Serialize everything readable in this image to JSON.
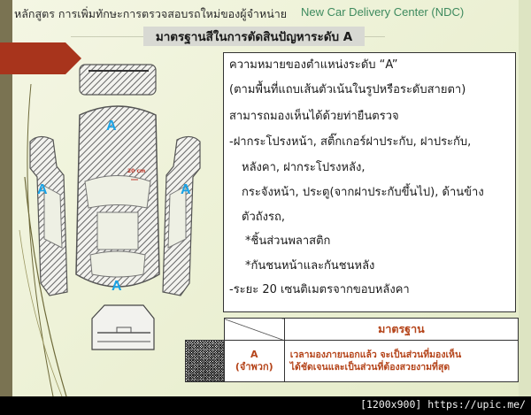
{
  "header": {
    "course_title": "หลักสูตร  การเพิ่มทักษะการตรวจสอบรถใหม่ของผู้จำหน่าย",
    "center_name": "New Car Delivery Center (NDC)"
  },
  "slide_title": "มาตรฐานสีในการตัดสินปัญหาระดับ A",
  "diagram": {
    "labels": [
      "A",
      "A",
      "A",
      "A"
    ],
    "dimension_label": "20 cm",
    "label_color": "#1aa3e6"
  },
  "description": {
    "lines": [
      "ความหมายของตำแหน่งระดับ “A”",
      "(ตามพื้นที่แถบเส้นตัวเน้นในรูปหรือระดับสายตา)",
      "สามารถมองเห็นได้ด้วยท่ายืนตรวจ",
      "-ฝากระโปรงหน้า, สติ๊กเกอร์ฝาประกับ, ฝาประกับ,",
      "หลังคา, ฝากระโปรงหลัง,",
      "กระจังหน้า, ประตู(จากฝาประกับขึ้นไป), ด้านข้าง",
      "ตัวถังรถ,",
      "*ชิ้นส่วนพลาสติก",
      "*กันชนหน้าและกันชนหลัง",
      "-ระยะ 20 เซนติเมตรจากขอบหลังคา"
    ]
  },
  "standard_table": {
    "header": "มาตรฐาน",
    "rows": [
      {
        "grade": "A",
        "grade_note": "(จำพวก)",
        "description_line1": "เวลามองภายนอกแล้ว จะเป็นส่วนที่มองเห็น",
        "description_line2": "ได้ชัดเจนและเป็นส่วนที่ต้องสวยงามที่สุด"
      }
    ],
    "text_color": "#b5451b"
  },
  "footer": {
    "watermark": "[1200x900] https://upic.me/"
  },
  "colors": {
    "accent_red": "#a8341c",
    "ndc_green": "#3d8a5e",
    "left_bar": "#7a7352"
  }
}
